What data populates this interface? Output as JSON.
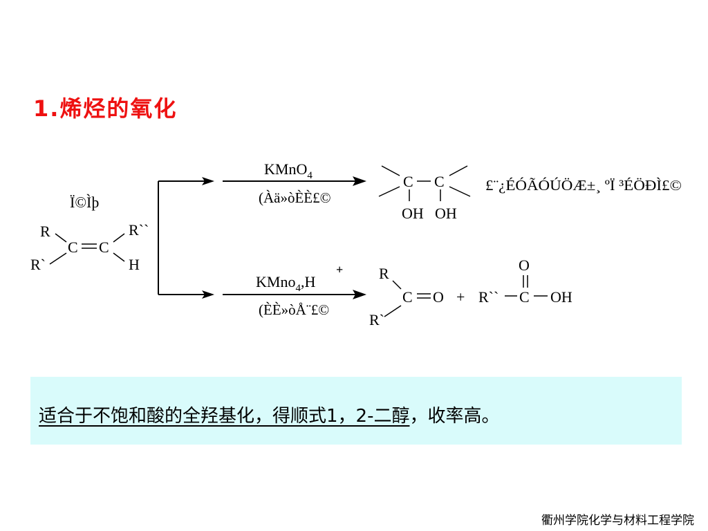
{
  "title": "1.烯烃的氧化",
  "reactant": {
    "label_garbled": "Ï©Ìþ",
    "r_top_left": "R",
    "r_bottom_left": "R`",
    "r_top_right": "R``",
    "h_bottom_right": "H",
    "c_left": "C",
    "c_right": "C"
  },
  "upper_reaction": {
    "reagent_main": "KMnO",
    "reagent_sub": "4",
    "condition_garbled": "(Àä»òÈÈ£©",
    "product_c1": "C",
    "product_c2": "C",
    "oh1": "OH",
    "oh2": "OH",
    "note_garbled": "£¨¿ÉÓÃÓÚÖÆ±¸ ºÏ ³ÉÖÐÌ£©"
  },
  "lower_reaction": {
    "reagent_main": "KMno",
    "reagent_sub": "4",
    "reagent_tail": ",H",
    "reagent_sup": "+",
    "condition_garbled": "(ÈÈ»òÅ¨£©",
    "ketone_r_top": "R",
    "ketone_r_bottom": "R`",
    "ketone_c": "C",
    "ketone_o": "O",
    "plus": "+",
    "acid_r": "R``",
    "acid_c": "C",
    "acid_o_top": "O",
    "acid_oh": "OH"
  },
  "note": {
    "underlined": "适合于不饱和酸的全羟基化，得顺式1，2-二醇",
    "rest": "，收率高。"
  },
  "footer": "衢州学院化学与材料工程学院"
}
